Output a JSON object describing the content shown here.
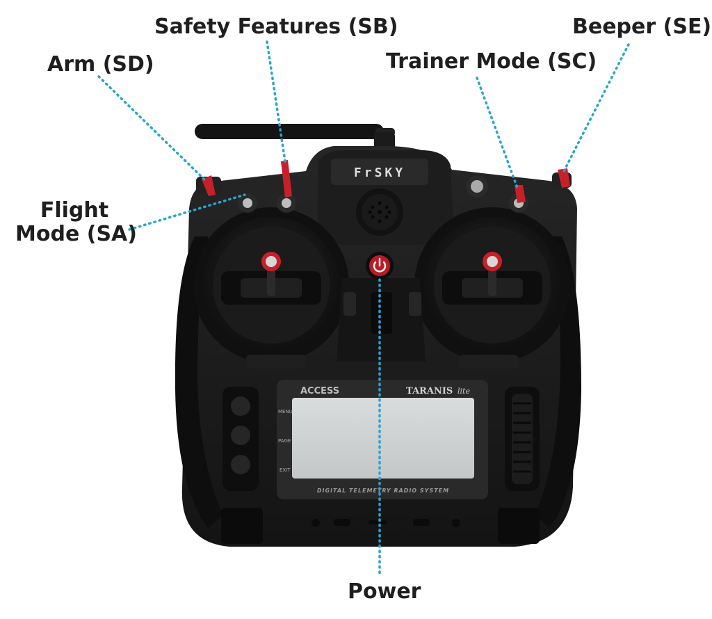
{
  "labels": {
    "arm": "Arm (SD)",
    "safety": "Safety Features (SB)",
    "beeper": "Beeper (SE)",
    "trainer": "Trainer Mode (SC)",
    "flight_line1": "Flight",
    "flight_line2": "Mode (SA)",
    "power": "Power"
  },
  "device": {
    "brand": "FrSKY",
    "protocol_logo": "ACCESS",
    "model": "TARANIS",
    "model_suffix": "lite",
    "buttons": [
      "MENU",
      "PAGE",
      "EXIT"
    ],
    "footer": "DIGITAL TELEMETRY RADIO SYSTEM"
  },
  "colors": {
    "leader": "#2aa4cf",
    "label": "#1f1f1f",
    "body": "#1a1a1a",
    "accent": "#c8202a",
    "lcd": "#cfd2d3"
  }
}
